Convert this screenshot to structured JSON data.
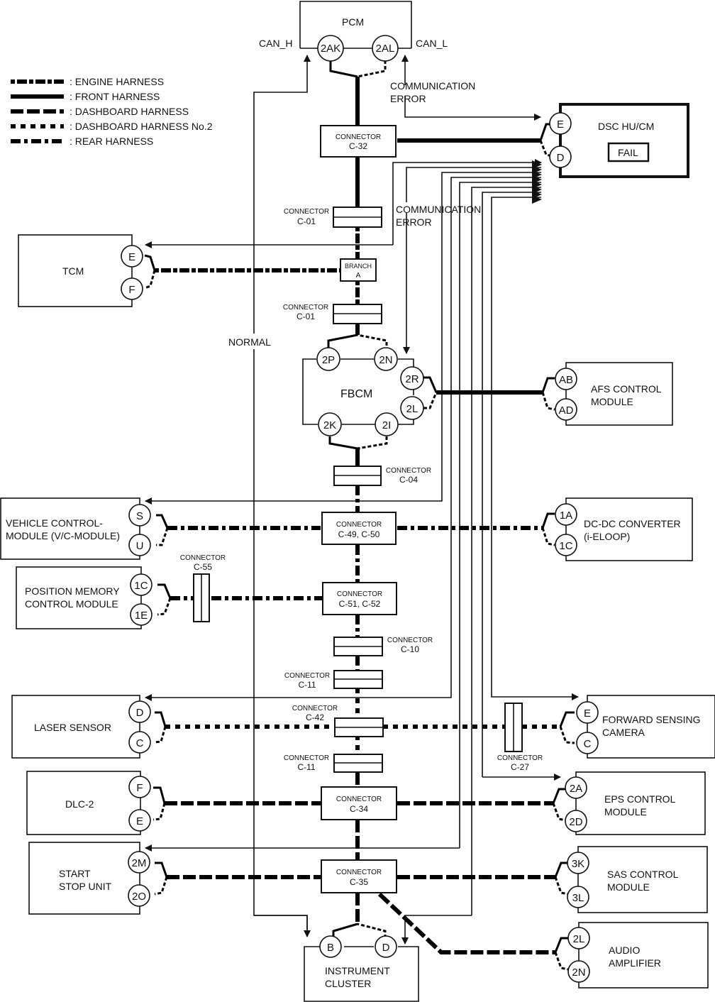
{
  "legend": [
    {
      "style": "engine",
      "label": ": ENGINE HARNESS"
    },
    {
      "style": "front",
      "label": ": FRONT HARNESS"
    },
    {
      "style": "dashboard",
      "label": ": DASHBOARD HARNESS"
    },
    {
      "style": "dashboard2",
      "label": ": DASHBOARD HARNESS No.2"
    },
    {
      "style": "rear",
      "label": ": REAR HARNESS"
    }
  ],
  "annotations": {
    "can_h": "CAN_H",
    "can_l": "CAN_L",
    "comm_error_1": "COMMUNICATION",
    "comm_error_1b": "ERROR",
    "comm_error_2": "COMMUNICATION",
    "comm_error_2b": "ERROR",
    "normal": "NORMAL"
  },
  "modules": {
    "pcm": {
      "name": "PCM",
      "pins": [
        "2AK",
        "2AL"
      ]
    },
    "dsc": {
      "name": "DSC HU/CM",
      "status": "FAIL",
      "pins": [
        "E",
        "D"
      ]
    },
    "tcm": {
      "name": "TCM",
      "pins": [
        "E",
        "F"
      ]
    },
    "fbcm": {
      "name": "FBCM",
      "pins": [
        "2P",
        "2N",
        "2R",
        "2L",
        "2K",
        "2I"
      ]
    },
    "afs": {
      "name1": "AFS CONTROL",
      "name2": "MODULE",
      "pins": [
        "AB",
        "AD"
      ]
    },
    "vcm": {
      "name1": "VEHICLE CONTROL-",
      "name2": "MODULE (V/C-MODULE)",
      "pins": [
        "S",
        "U"
      ]
    },
    "dcdc": {
      "name1": "DC-DC CONVERTER",
      "name2": "(i-ELOOP)",
      "pins": [
        "1A",
        "1C"
      ]
    },
    "pmcm": {
      "name1": "POSITION MEMORY",
      "name2": "CONTROL MODULE",
      "pins": [
        "1C",
        "1E"
      ]
    },
    "laser": {
      "name": "LASER SENSOR",
      "pins": [
        "D",
        "C"
      ]
    },
    "fsc": {
      "name1": "FORWARD SENSING",
      "name2": "CAMERA",
      "pins": [
        "E",
        "C"
      ]
    },
    "dlc": {
      "name": "DLC-2",
      "pins": [
        "F",
        "E"
      ]
    },
    "eps": {
      "name1": "EPS CONTROL",
      "name2": "MODULE",
      "pins": [
        "2A",
        "2D"
      ]
    },
    "ssu": {
      "name1": "START",
      "name2": "STOP UNIT",
      "pins": [
        "2M",
        "2O"
      ]
    },
    "sas": {
      "name1": "SAS CONTROL",
      "name2": "MODULE",
      "pins": [
        "3K",
        "3L"
      ]
    },
    "ic": {
      "name1": "INSTRUMENT",
      "name2": "CLUSTER",
      "pins": [
        "B",
        "D"
      ]
    },
    "audio": {
      "name1": "AUDIO",
      "name2": "AMPLIFIER",
      "pins": [
        "2L",
        "2N"
      ]
    }
  },
  "connectors": {
    "c32": {
      "title": "CONNECTOR",
      "id": "C-32"
    },
    "c01a": {
      "title": "CONNECTOR",
      "id": "C-01"
    },
    "branch": {
      "title": "BRANCH",
      "id": "A"
    },
    "c01b": {
      "title": "CONNECTOR",
      "id": "C-01"
    },
    "c04": {
      "title": "CONNECTOR",
      "id": "C-04"
    },
    "c4950": {
      "title": "CONNECTOR",
      "id": "C-49, C-50"
    },
    "c55": {
      "title": "CONNECTOR",
      "id": "C-55"
    },
    "c5152": {
      "title": "CONNECTOR",
      "id": "C-51, C-52"
    },
    "c10": {
      "title": "CONNECTOR",
      "id": "C-10"
    },
    "c11a": {
      "title": "CONNECTOR",
      "id": "C-11"
    },
    "c42": {
      "title": "CONNECTOR",
      "id": "C-42"
    },
    "c27": {
      "title": "CONNECTOR",
      "id": "C-27"
    },
    "c11b": {
      "title": "CONNECTOR",
      "id": "C-11"
    },
    "c34": {
      "title": "CONNECTOR",
      "id": "C-34"
    },
    "c35": {
      "title": "CONNECTOR",
      "id": "C-35"
    }
  }
}
